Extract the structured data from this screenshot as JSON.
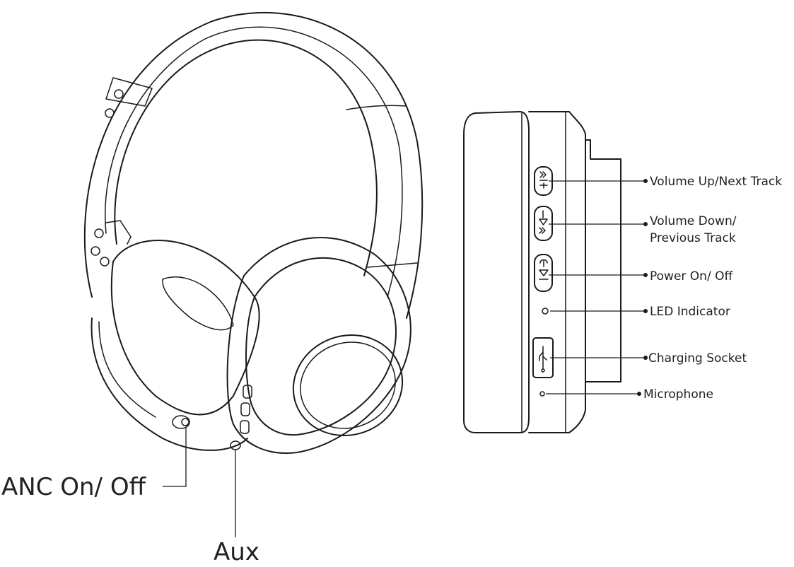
{
  "labels": {
    "volume_up": "Volume Up/Next Track",
    "volume_down_1": "Volume Down/",
    "volume_down_2": "Previous Track",
    "power": "Power On/ Off",
    "led": "LED Indicator",
    "charging": "Charging Socket",
    "microphone": "Microphone",
    "anc": "ANC On/ Off",
    "aux": "Aux"
  },
  "icons": {
    "volume_up_button": "next-track-plus-icon",
    "volume_down_button": "previous-track-minus-icon",
    "power_button": "power-play-icon",
    "charging_port": "usb-icon"
  }
}
